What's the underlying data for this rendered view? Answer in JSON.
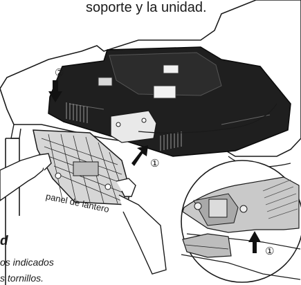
{
  "caption_top": "soporte y la unidad.",
  "label_panel": "panel de lantero",
  "step_markers": {
    "step_2": "②",
    "step_1_base": "①",
    "step_1_detail": "①"
  },
  "caption_bottom": {
    "heading_fragment": "d",
    "line1": "os indicados",
    "line2": "s tornillos."
  }
}
